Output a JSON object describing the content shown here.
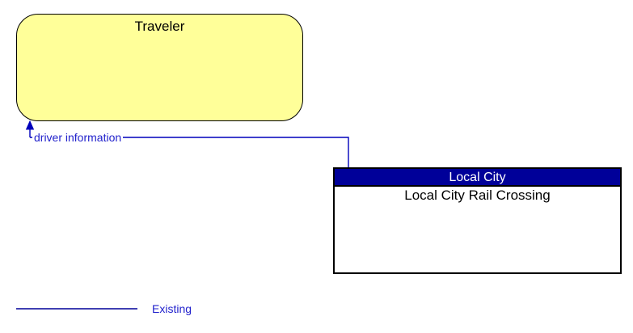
{
  "diagram": {
    "type": "architecture-interconnect",
    "entities": {
      "traveler": {
        "title": "Traveler",
        "fill": "#ffff99"
      },
      "local_city": {
        "title": "Local City",
        "subtitle": "Local City Rail Crossing",
        "header_bg": "#000099",
        "header_text_color": "#ffffff"
      }
    },
    "flows": [
      {
        "label": "driver information",
        "from": "local_city",
        "to": "traveler",
        "status": "existing",
        "line_color": "#0000bb",
        "label_color": "#2222cc"
      }
    ],
    "legend": {
      "items": [
        {
          "label": "Existing",
          "line_style": "solid",
          "line_color": "#000099"
        }
      ]
    }
  }
}
